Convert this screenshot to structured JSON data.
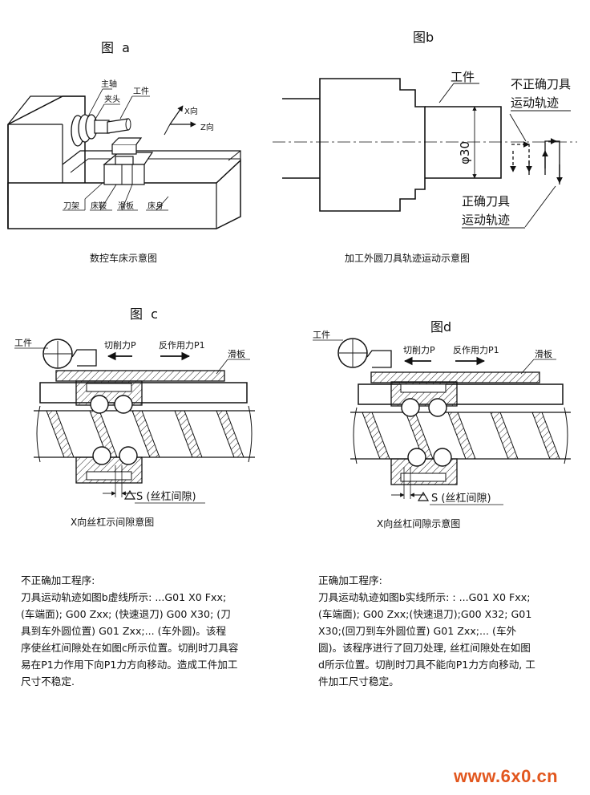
{
  "fig_a": {
    "title": "图  a",
    "spindle_label": "主轴",
    "chuck_label": "夹头",
    "workpiece_label": "工件",
    "x_dir_label": "X向",
    "z_dir_label": "Z向",
    "tool_rest_label": "刀架",
    "saddle_label": "床鞍",
    "slide_label": "滑板",
    "bed_label": "床身",
    "caption": "数控车床示意图"
  },
  "fig_b": {
    "title": "图b",
    "workpiece_label": "工件",
    "wrong_path_line1": "不正确刀具",
    "wrong_path_line2": "运动轨迹",
    "diameter_label": "φ30",
    "right_path_line1": "正确刀具",
    "right_path_line2": "运动轨迹",
    "caption": "加工外圆刀具轨迹运动示意图"
  },
  "fig_c": {
    "title": "图  c",
    "workpiece_label": "工件",
    "cutting_force_label": "切削力P",
    "reaction_force_label": "反作用力P1",
    "slide_label": "滑板",
    "backlash_label": "S (丝杠间隙)",
    "caption": "X向丝杠示间隙意图"
  },
  "fig_d": {
    "title": "图d",
    "workpiece_label": "工件",
    "cutting_force_label": "切削力P",
    "reaction_force_label": "反作用力P1",
    "slide_label": "滑板",
    "backlash_label": "S (丝杠间隙)",
    "caption": "X向丝杠间隙示意图"
  },
  "text_left": {
    "heading": "不正确加工程序:",
    "body": "刀具运动轨迹如图b虚线所示: ...G01 X0 Fxx;\n(车端面); G00 Zxx; (快速退刀) G00 X30; (刀\n具到车外圆位置) G01 Zxx;... (车外圆)。该程\n序使丝杠间隙处在如图c所示位置。切削时刀具容\n易在P1力作用下向P1力方向移动。造成工件加工\n尺寸不稳定."
  },
  "text_right": {
    "heading": "正确加工程序:",
    "body": "刀具运动轨迹如图b实线所示: : ...G01 X0 Fxx;\n(车端面); G00 Zxx;(快速退刀);G00 X32; G01\nX30;(回刀到车外圆位置) G01 Zxx;... (车外\n圆)。该程序进行了回刀处理, 丝杠间隙处在如图\nd所示位置。切削时刀具不能向P1力方向移动, 工\n件加工尺寸稳定。"
  },
  "watermark": "www.6x0.cn"
}
